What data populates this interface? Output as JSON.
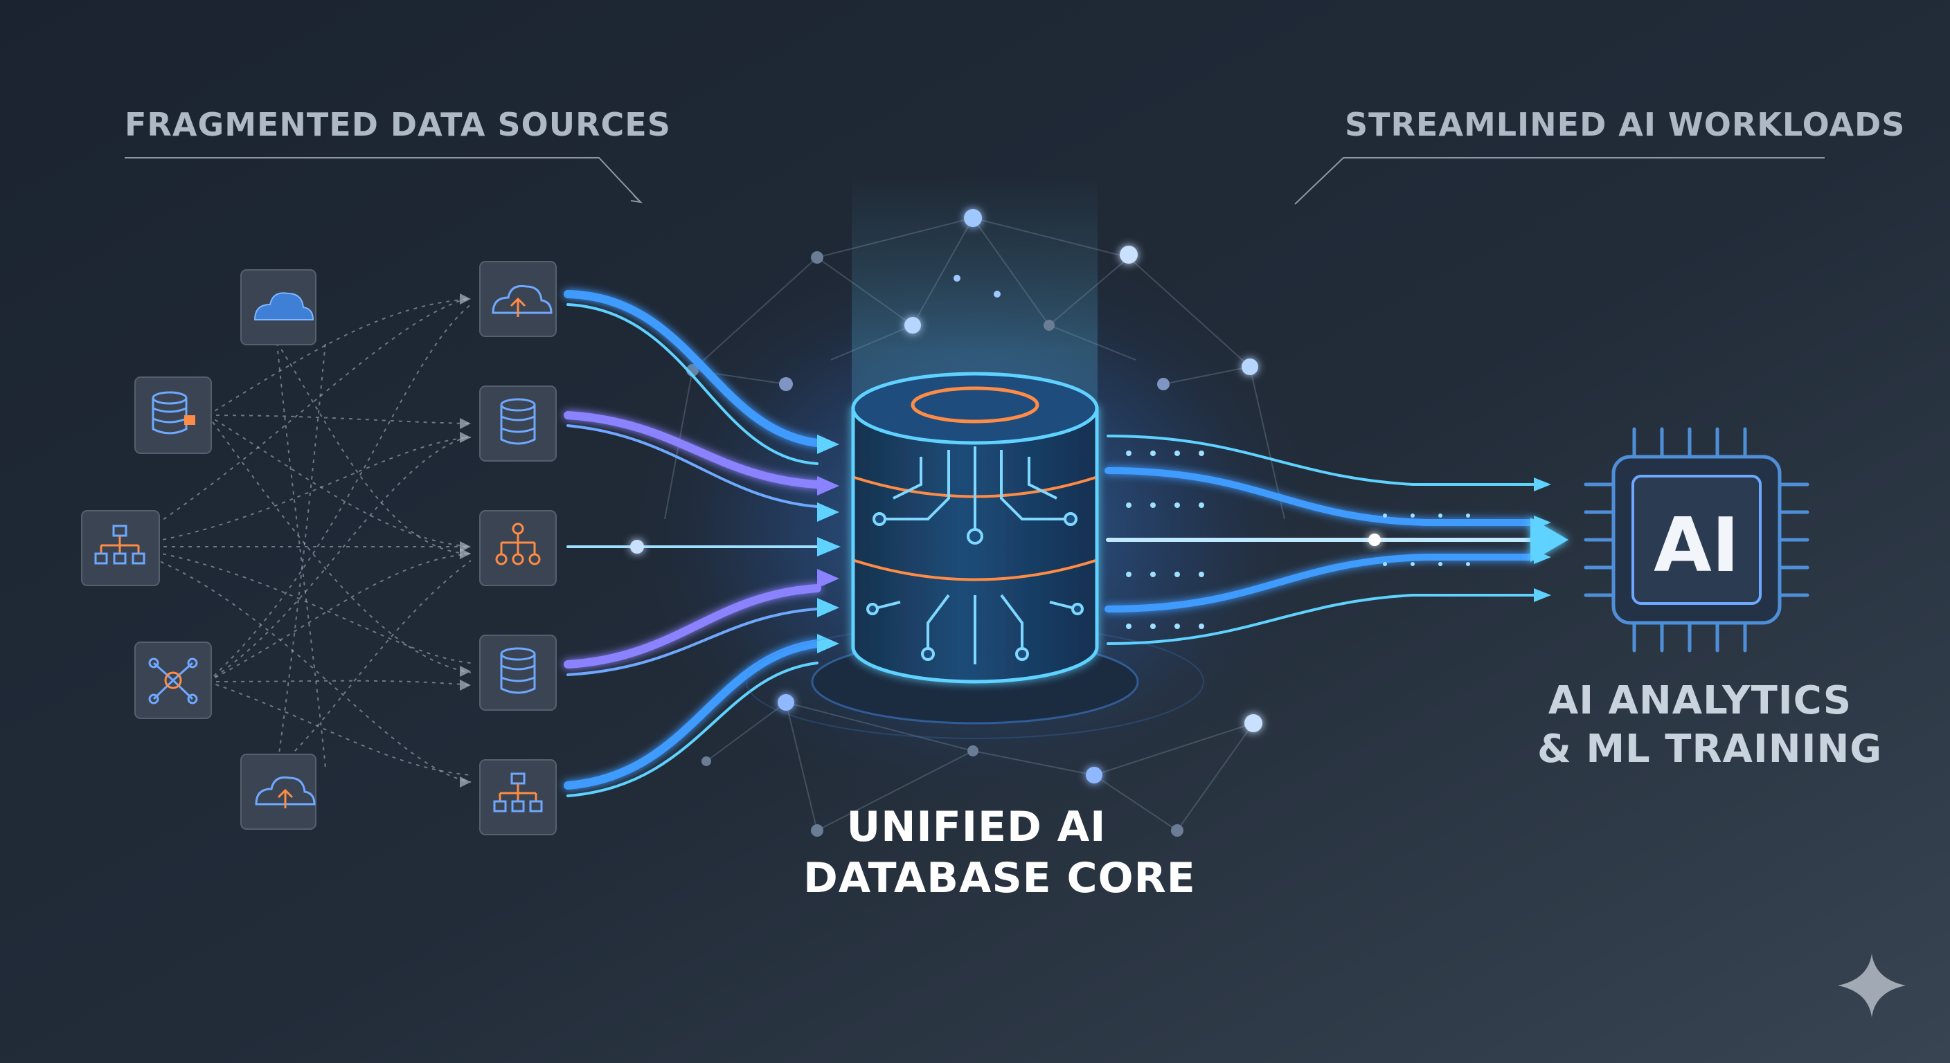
{
  "labels": {
    "left_heading": "FRAGMENTED DATA SOURCES",
    "right_heading": "STREAMLINED AI WORKLOADS",
    "core_line1": "UNIFIED AI",
    "core_line2": "DATABASE CORE",
    "output_line1": "AI ANALYTICS",
    "output_line2": "& ML TRAINING",
    "chip_text": "AI"
  },
  "sources_left": [
    {
      "icon": "cloud-icon"
    },
    {
      "icon": "database-lock-icon"
    },
    {
      "icon": "hierarchy-icon"
    },
    {
      "icon": "network-hub-icon"
    },
    {
      "icon": "cloud-upload-icon"
    }
  ],
  "sources_right": [
    {
      "icon": "cloud-upload-icon"
    },
    {
      "icon": "database-icon"
    },
    {
      "icon": "hierarchy-icon"
    },
    {
      "icon": "database-icon"
    },
    {
      "icon": "hierarchy-icon"
    }
  ],
  "colors": {
    "background": "#1c2430",
    "accent_blue": "#3f9bff",
    "accent_cyan": "#5fd2ff",
    "accent_purple": "#8b82ff",
    "accent_orange": "#ff8c46",
    "tile": "#3a4452"
  }
}
